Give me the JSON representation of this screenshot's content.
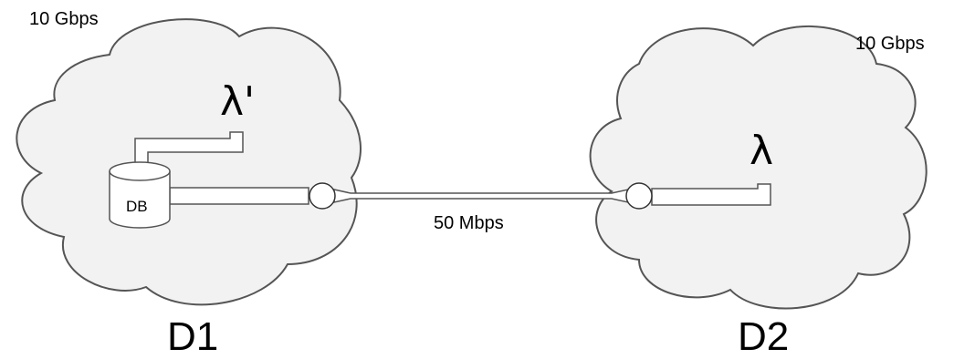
{
  "domains": [
    {
      "name": "D1",
      "bandwidth": "10 Gbps",
      "flow": "λ'"
    },
    {
      "name": "D2",
      "bandwidth": "10 Gbps",
      "flow": "λ"
    }
  ],
  "link": {
    "bandwidth": "50 Mbps"
  },
  "database": {
    "label": "DB"
  },
  "colors": {
    "cloud_fill": "#f2f2f2",
    "stroke": "#555555",
    "pipe_fill": "#ffffff"
  }
}
